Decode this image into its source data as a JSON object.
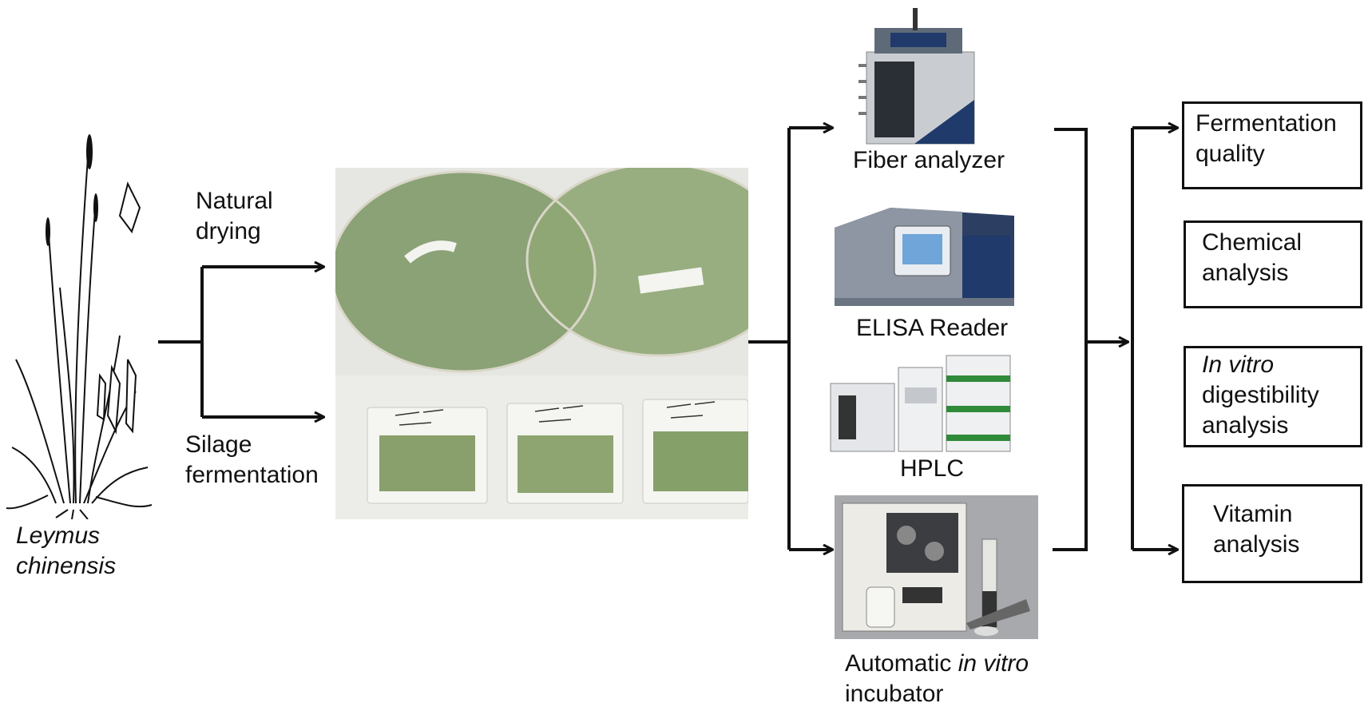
{
  "plant": {
    "name_line1": "Leymus",
    "name_line2": "chinensis"
  },
  "treatments": {
    "natural_line1": "Natural",
    "natural_line2": "drying",
    "silage_line1": "Silage",
    "silage_line2": "fermentation"
  },
  "instruments": {
    "fiber": "Fiber analyzer",
    "elisa": "ELISA Reader",
    "hplc": "HPLC",
    "incubator_prefix": "Automatic ",
    "incubator_italic": "in vitro",
    "incubator_line2": "incubator"
  },
  "analyses": {
    "fermentation_line1": "Fermentation",
    "fermentation_line2": "quality",
    "chemical_line1": "Chemical",
    "chemical_line2": "analysis",
    "digest_italic": "In vitro",
    "digest_line2": "digestibility",
    "digest_line3": "analysis",
    "vitamin_line1": "Vitamin",
    "vitamin_line2": "analysis"
  },
  "colors": {
    "line": "#111111",
    "hay_green": "#7f9a6a",
    "instrument_blue": "#1f3a6b",
    "instrument_gray": "#c9cdd2"
  }
}
